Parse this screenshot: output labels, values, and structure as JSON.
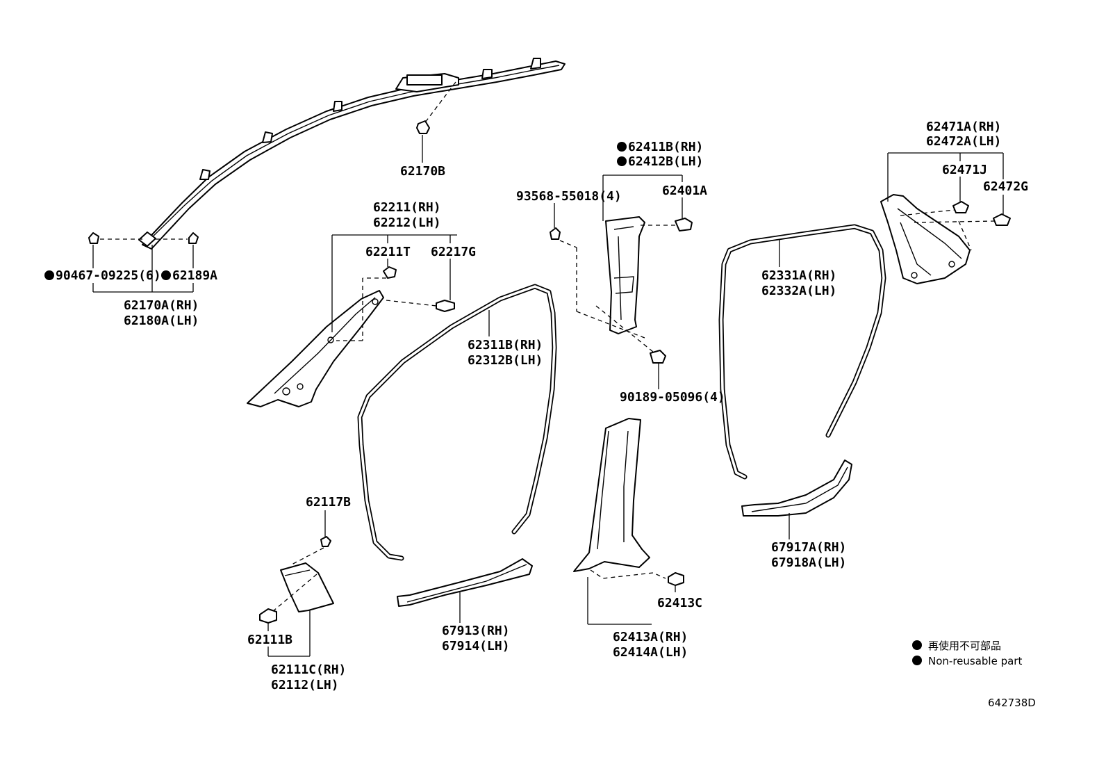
{
  "labels": {
    "p62170B": "62170B",
    "p90467": "90467-09225(6)",
    "p62189A": "62189A",
    "p62170A": "62170A(RH)",
    "p62180A": "62180A(LH)",
    "p62211": "62211(RH)",
    "p62212": "62212(LH)",
    "p62211T": "62211T",
    "p62217G": "62217G",
    "p62311B": "62311B(RH)",
    "p62312B": "62312B(LH)",
    "p93568": "93568-55018(4)",
    "p62411B": "62411B(RH)",
    "p62412B": "62412B(LH)",
    "p62401A": "62401A",
    "p90189": "90189-05096(4)",
    "p62471A": "62471A(RH)",
    "p62472A": "62472A(LH)",
    "p62471J": "62471J",
    "p62472G": "62472G",
    "p62331A": "62331A(RH)",
    "p62332A": "62332A(LH)",
    "p62117B": "62117B",
    "p62111B": "62111B",
    "p62111C": "62111C(RH)",
    "p62112": "62112(LH)",
    "p67913": "67913(RH)",
    "p67914": "67914(LH)",
    "p62413C": "62413C",
    "p62413A": "62413A(RH)",
    "p62414A": "62414A(LH)",
    "p67917A": "67917A(RH)",
    "p67918A": "67918A(LH)"
  },
  "legend": {
    "jp": "再使用不可部品",
    "en": "Non-reusable part"
  },
  "diagram_code": "642738D"
}
